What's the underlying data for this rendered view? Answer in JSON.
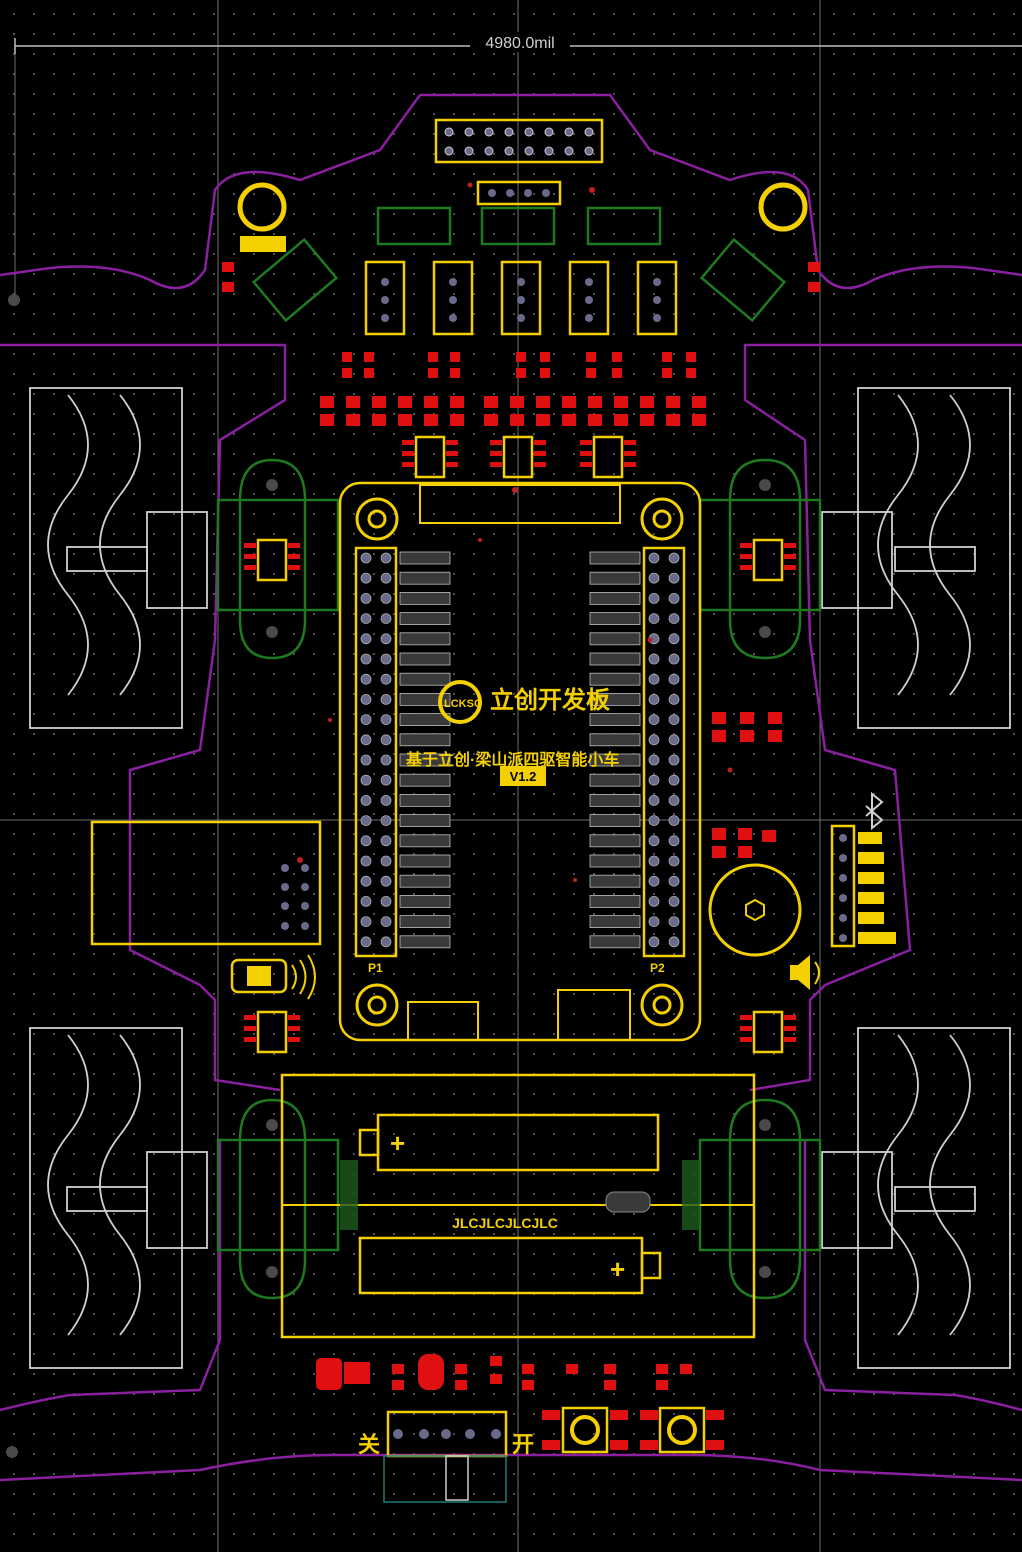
{
  "dimension": {
    "label": "4980.0mil"
  },
  "board": {
    "logo_text": "立创开发板",
    "logo_brand": "LCKSC",
    "title_line": "基于立创·梁山派四驱智能小车",
    "version": "V1.2",
    "battery_label": "JLCJLCJLCJLC",
    "plus_symbol": "+",
    "switch_off_label": "关",
    "switch_on_label": "开",
    "header_left_ref": "P1",
    "header_right_ref": "P2"
  },
  "colors": {
    "background": "#000000",
    "grid_dot": "#5a5a5a",
    "board_outline": "#8a1fa0",
    "top_silk": "#f5d000",
    "top_pad": "#e01010",
    "bottom_silk": "#cfcfcf",
    "mech_layer": "#1f7a1f",
    "drill": "#7a7a9a"
  },
  "icons": {
    "bluetooth": "bluetooth-icon",
    "speaker": "speaker-icon",
    "light": "light-beam-icon"
  }
}
